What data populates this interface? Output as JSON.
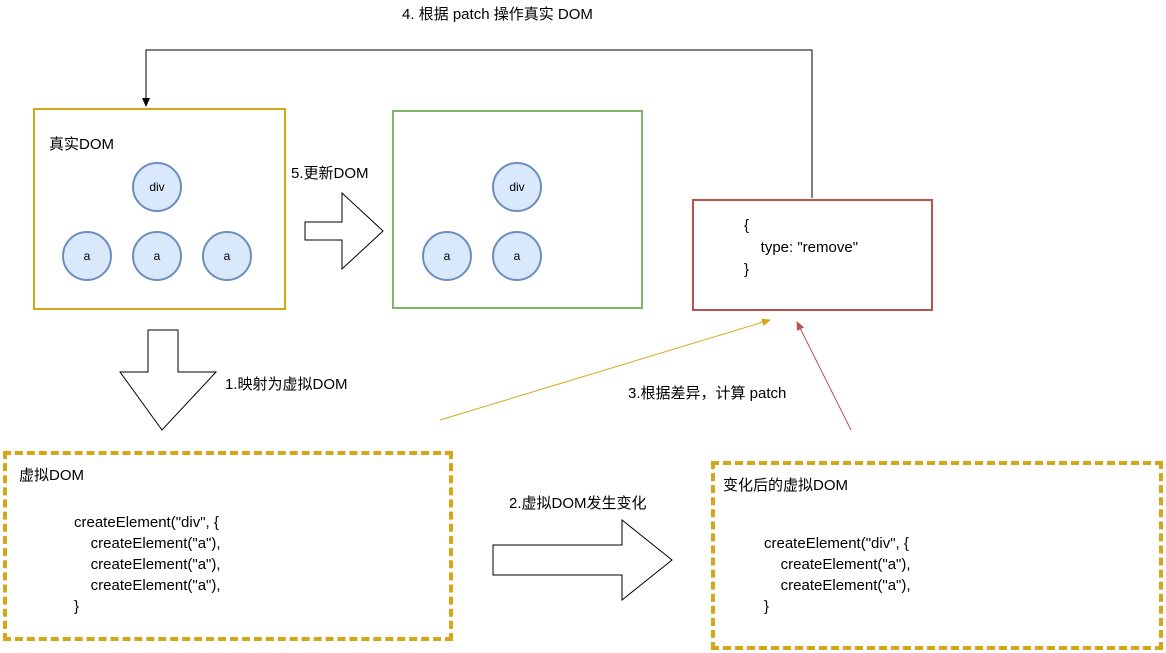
{
  "real_dom": {
    "title": "真实DOM",
    "root_label": "div",
    "children": [
      "a",
      "a",
      "a"
    ]
  },
  "updated_dom": {
    "root_label": "div",
    "children": [
      "a",
      "a"
    ]
  },
  "patch_box": {
    "lines": [
      "{",
      "    type: \"remove\"",
      "}"
    ]
  },
  "virtual_dom": {
    "title": "虚拟DOM",
    "code": "createElement(\"div\", {\n    createElement(\"a\"),\n    createElement(\"a\"),\n    createElement(\"a\"),\n}"
  },
  "changed_virtual_dom": {
    "title": "变化后的虚拟DOM",
    "code": "createElement(\"div\", {\n    createElement(\"a\"),\n    createElement(\"a\"),\n}"
  },
  "steps": {
    "step1": "1.映射为虚拟DOM",
    "step2": "2.虚拟DOM发生变化",
    "step3": "3.根据差异，计算 patch",
    "step4": "4. 根据 patch 操作真实 DOM",
    "step5": "5.更新DOM"
  },
  "colors": {
    "orange_border": "#d6a619",
    "green_border": "#82b366",
    "red_border": "#b85450",
    "node_fill": "#dae8fc",
    "node_border": "#6c8ebf"
  }
}
